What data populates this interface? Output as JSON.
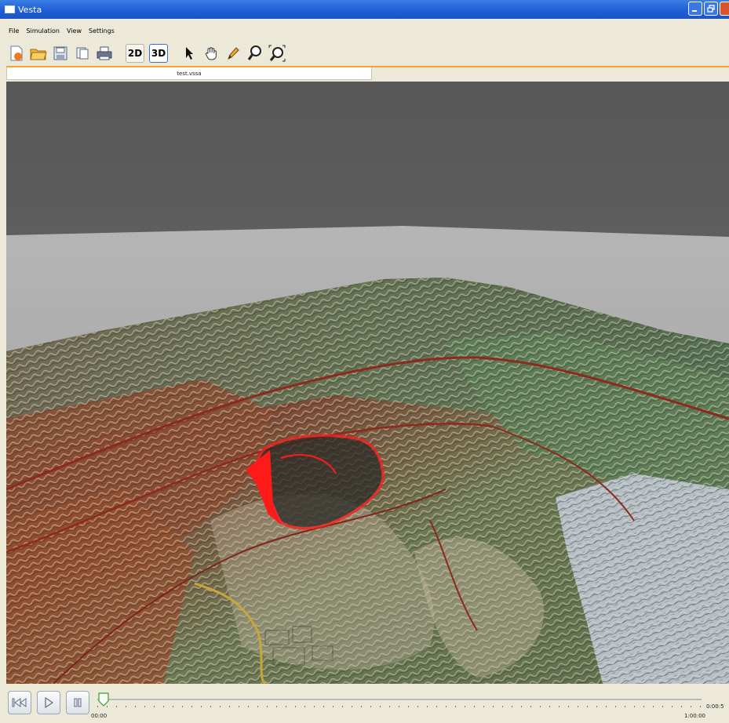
{
  "window": {
    "title": "Vesta"
  },
  "menu": [
    "File",
    "Simulation",
    "View",
    "Settings"
  ],
  "toolbar": {
    "new_icon": "new-file-icon",
    "open_icon": "open-folder-icon",
    "save_icon": "save-icon",
    "copy_icon": "copy-icon",
    "print_icon": "print-icon",
    "mode_2d": "2D",
    "mode_3d": "3D",
    "select_icon": "pointer-icon",
    "pan_icon": "hand-icon",
    "draw_icon": "pencil-icon",
    "zoom_icon": "magnifier-icon",
    "zoom_fit_icon": "zoom-fit-icon"
  },
  "tabs": [
    {
      "label": "test.vssa"
    }
  ],
  "playback": {
    "rewind_icon": "rewind-icon",
    "play_icon": "play-icon",
    "pause_icon": "pause-icon",
    "start_time": "00:00",
    "end_time": "1:00:00",
    "step_time": "0:00:5",
    "progress": 0.01
  },
  "colors": {
    "accent": "#f3a42c",
    "fire_perimeter": "#ff1a1a",
    "sky": "#595959",
    "ground_plane": "#a8a8a8"
  }
}
